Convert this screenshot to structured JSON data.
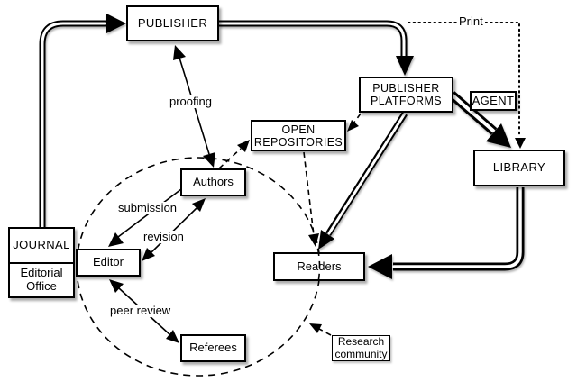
{
  "nodes": {
    "publisher": {
      "label": "PUBLISHER"
    },
    "publisher_platforms": {
      "label": "PUBLISHER\nPLATFORMS"
    },
    "agent": {
      "label": "AGENT"
    },
    "library": {
      "label": "LIBRARY"
    },
    "open_repositories": {
      "label": "OPEN\nREPOSITORIES"
    },
    "authors": {
      "label": "Authors"
    },
    "journal": {
      "label": "JOURNAL",
      "sublabel": "Editorial\nOffice"
    },
    "editor": {
      "label": "Editor"
    },
    "readers": {
      "label": "Readers"
    },
    "referees": {
      "label": "Referees"
    },
    "research_community": {
      "label": "Research\ncommunity"
    }
  },
  "edge_labels": {
    "print": "Print",
    "proofing": "proofing",
    "submission": "submission",
    "revision": "revision",
    "peer_review": "peer review"
  },
  "colors": {
    "line": "#000000",
    "box_fill": "#ffffff",
    "box_border": "#000000",
    "background": "#ffffff"
  }
}
